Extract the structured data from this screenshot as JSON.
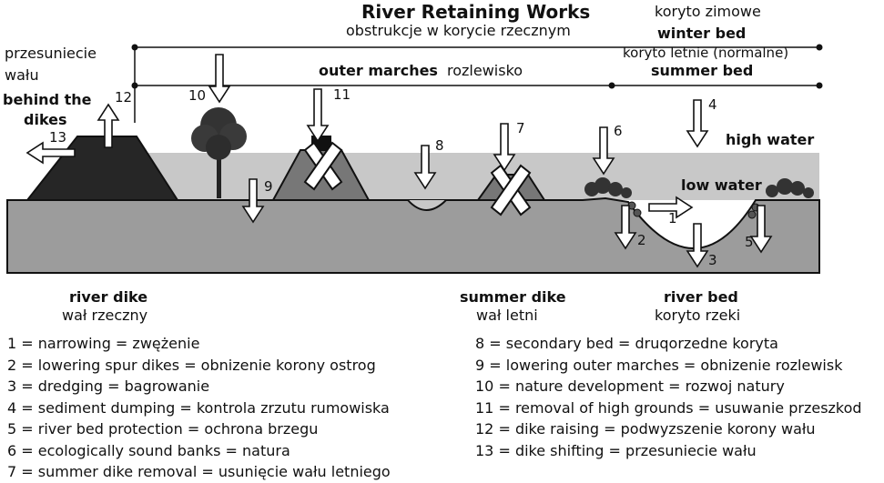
{
  "title": "River Retaining Works",
  "subtitle": "obstrukcje w korycie rzecznym",
  "labels": {
    "koryto_zimowe": "koryto zimowe",
    "winter_bed": "winter bed",
    "koryto_letnie": "koryto letnie (normalne)",
    "summer_bed": "summer bed",
    "przesuniecie": "przesuniecie",
    "walu": "wału",
    "behind": "behind the",
    "dikes": "dikes",
    "outer_marches": "outer marches",
    "rozlewisko": "rozlewisko",
    "high_water": "high water",
    "low_water": "low water",
    "river_dike": "river dike",
    "wal_rzeczny": "wał rzeczny",
    "summer_dike": "summer dike",
    "wal_letni": "wał letni",
    "river_bed": "river bed",
    "koryto_rzeki": "koryto rzeki"
  },
  "markers": [
    "1",
    "2",
    "3",
    "4",
    "5",
    "6",
    "7",
    "8",
    "9",
    "10",
    "11",
    "12",
    "13"
  ],
  "legend_left": [
    "1 = narrowing = zwężenie",
    "2 = lowering spur dikes = obnizenie korony ostrog",
    "3 = dredging = bagrowanie",
    "4 = sediment dumping = kontrola zrzutu rumowiska",
    "5 = river bed protection = ochrona brzegu",
    "6 = ecologically sound banks = natura",
    "7 = summer dike removal = usunięcie wału letniego"
  ],
  "legend_right": [
    "8   = secondary bed = druqorzedne koryta",
    "9   = lowering outer marches = obnizenie rozlewisk",
    "10 = nature development = rozwoj natury",
    "11 = removal of high grounds = usuwanie przeszkod",
    "12 = dike raising = podwyzszenie korony wału",
    "13 = dike shifting = przesuniecie wału"
  ],
  "colors": {
    "high_water": "#c8c8c8",
    "ground": "#9c9c9c",
    "dike": "#262626",
    "line": "#111111"
  }
}
